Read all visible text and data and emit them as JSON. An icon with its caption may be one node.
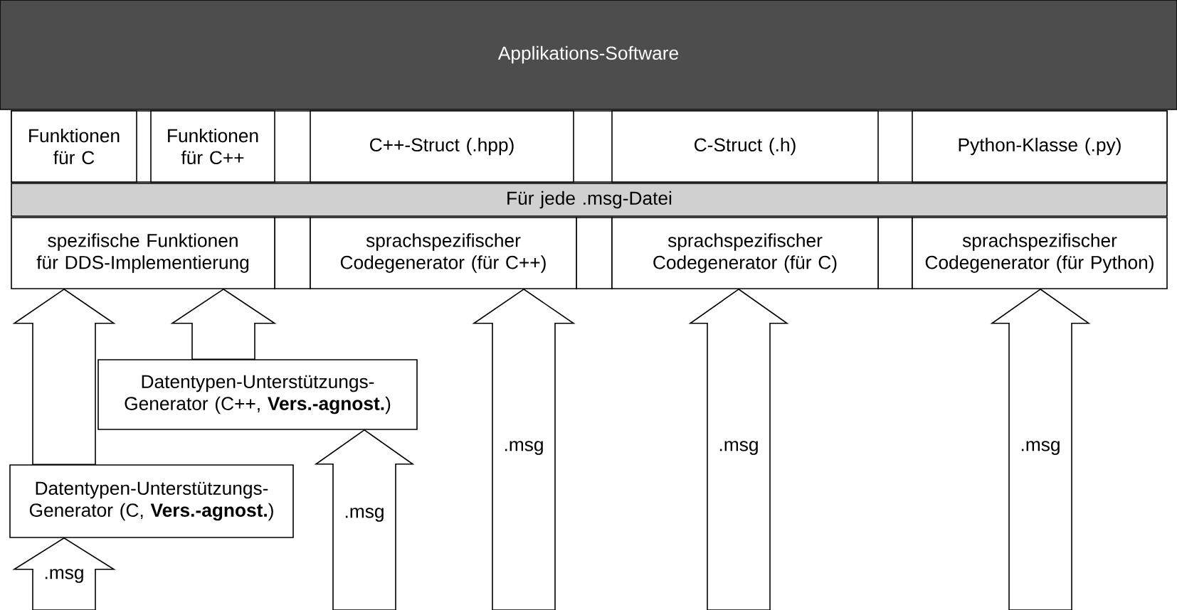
{
  "diagram": {
    "nodes": [
      {
        "text": [
          "Applikations-Software"
        ]
      },
      {
        "text": [
          "Funktionen für C"
        ]
      },
      {
        "text": [
          "Funktionen für C++"
        ]
      },
      {
        "text": [
          "C++-Struct (.hpp)"
        ]
      },
      {
        "text": [
          "C-Struct (.h)"
        ]
      },
      {
        "text": [
          "Python-Klasse (.py)"
        ]
      },
      {
        "text": [
          "Für jede .msg-Datei"
        ]
      },
      {
        "text": [
          "spezifische Funktionen für DDS-Implementierung"
        ]
      },
      {
        "text": [
          "sprachspezifischer Codegenerator (für C++)"
        ]
      },
      {
        "text": [
          "sprachspezifischer Codegenerator (für C)"
        ]
      },
      {
        "text": [
          "sprachspezifischer Codegenerator (für Python)"
        ]
      },
      {
        "text": [
          "Datentypen-Unterstützungs-Generator (C++, **Vers.-agnost.**)"
        ]
      },
      {
        "text": [
          "Datentypen-Unterstützungs-Generator (C, **Vers.-agnost.**)"
        ]
      }
    ],
    "edges": [
      {
        "from": 12,
        "to": 7,
        "arrow": "to"
      },
      {
        "from": 11,
        "to": 7,
        "arrow": "to"
      },
      {
        "from": null,
        "to": 11,
        "arrow": "to",
        "label": ".msg"
      },
      {
        "from": null,
        "to": 8,
        "arrow": "to",
        "label": ".msg"
      },
      {
        "from": null,
        "to": 9,
        "arrow": "to",
        "label": ".msg"
      },
      {
        "from": null,
        "to": 10,
        "arrow": "to",
        "label": ".msg"
      },
      {
        "from": null,
        "to": 12,
        "arrow": "to",
        "label": ".msg"
      }
    ]
  }
}
